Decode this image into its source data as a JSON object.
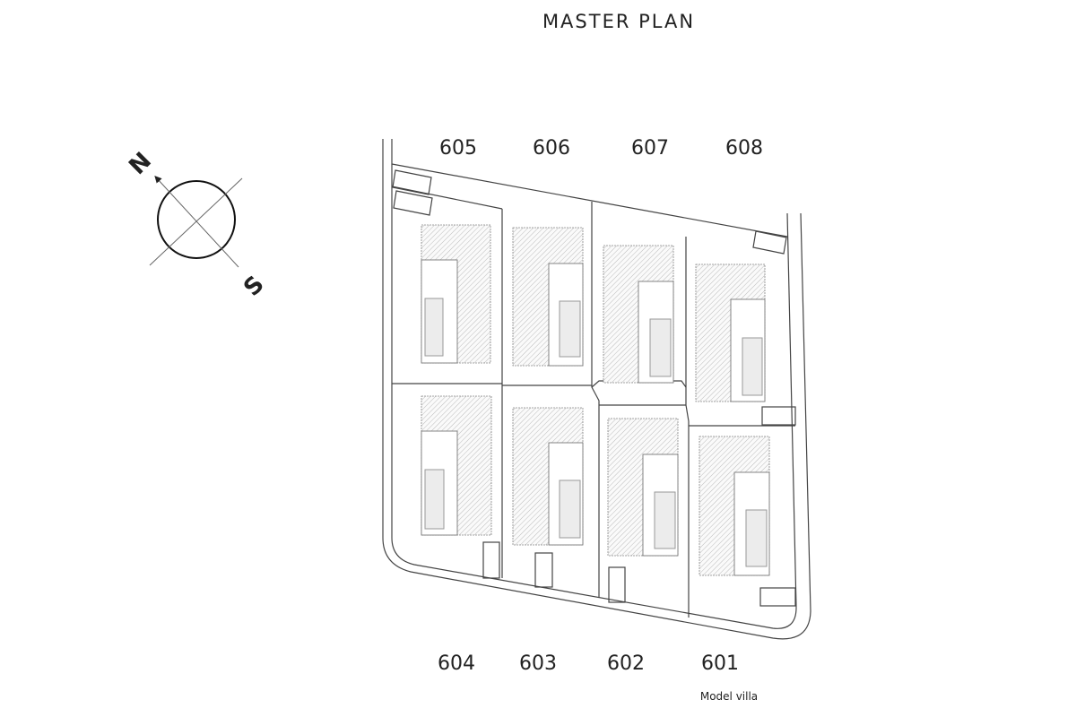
{
  "title": "MASTER PLAN",
  "compass": {
    "north": "N",
    "south": "S"
  },
  "plots_top": [
    "605",
    "606",
    "607",
    "608"
  ],
  "plots_bottom": [
    "604",
    "603",
    "602",
    "601"
  ],
  "model_villa_note": "Model villa"
}
